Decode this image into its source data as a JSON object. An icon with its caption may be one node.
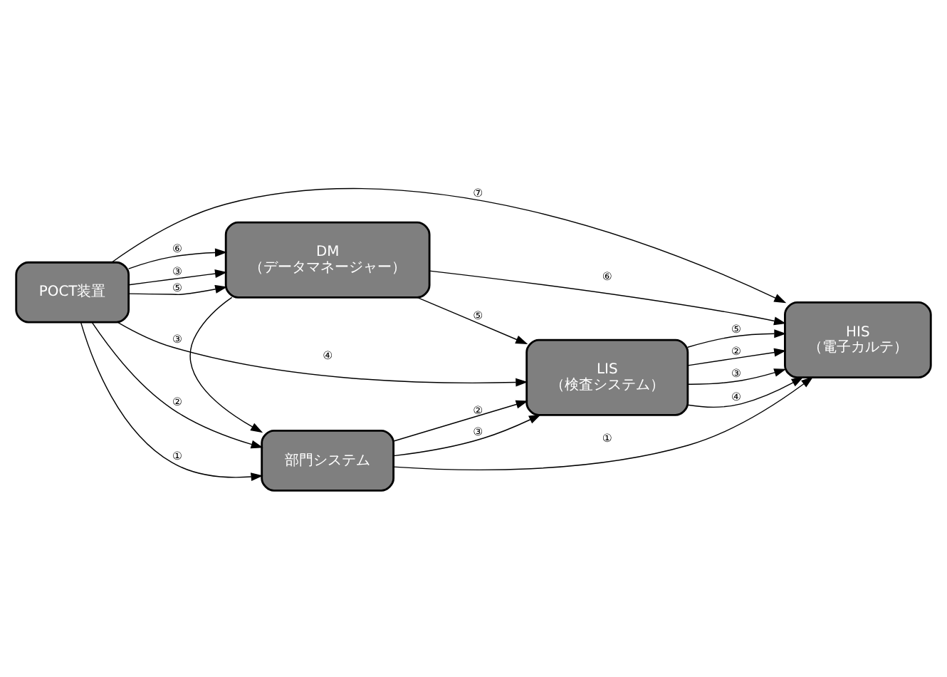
{
  "diagram": {
    "nodes": [
      {
        "text": [
          "部門システム"
        ]
      },
      {
        "text": [
          "POCT装置"
        ]
      },
      {
        "text": [
          "LIS",
          "（検査システム）"
        ]
      },
      {
        "text": [
          "HIS",
          "（電子カルテ）"
        ]
      },
      {
        "text": [
          "DM",
          "（データマネージャー）"
        ]
      }
    ],
    "edges": [
      {
        "from": 1,
        "to": 0,
        "arrow": "to",
        "label": "①"
      },
      {
        "from": 1,
        "to": 0,
        "arrow": "to",
        "label": "②"
      },
      {
        "from": 0,
        "to": 3,
        "arrow": "to",
        "label": "①"
      },
      {
        "from": 0,
        "to": 2,
        "arrow": "to",
        "label": "②"
      },
      {
        "from": 0,
        "to": 2,
        "arrow": "to",
        "label": "③"
      },
      {
        "from": 2,
        "to": 3,
        "arrow": "to",
        "label": "②"
      },
      {
        "from": 2,
        "to": 3,
        "arrow": "to",
        "label": "③"
      },
      {
        "from": 2,
        "to": 3,
        "arrow": "to",
        "label": "④"
      },
      {
        "from": 2,
        "to": 3,
        "arrow": "to",
        "label": "⑤"
      },
      {
        "from": 1,
        "to": 2,
        "arrow": "to",
        "label": "④"
      },
      {
        "from": 4,
        "to": 0,
        "arrow": "to",
        "label": "③"
      },
      {
        "from": 1,
        "to": 4,
        "arrow": "to",
        "label": "③"
      },
      {
        "from": 1,
        "to": 4,
        "arrow": "to",
        "label": "⑤"
      },
      {
        "from": 1,
        "to": 4,
        "arrow": "to",
        "label": "⑥"
      },
      {
        "from": 4,
        "to": 2,
        "arrow": "to",
        "label": "⑤"
      },
      {
        "from": 4,
        "to": 3,
        "arrow": "to",
        "label": "⑥"
      },
      {
        "from": 1,
        "to": 3,
        "arrow": "to",
        "label": "⑦"
      }
    ]
  }
}
